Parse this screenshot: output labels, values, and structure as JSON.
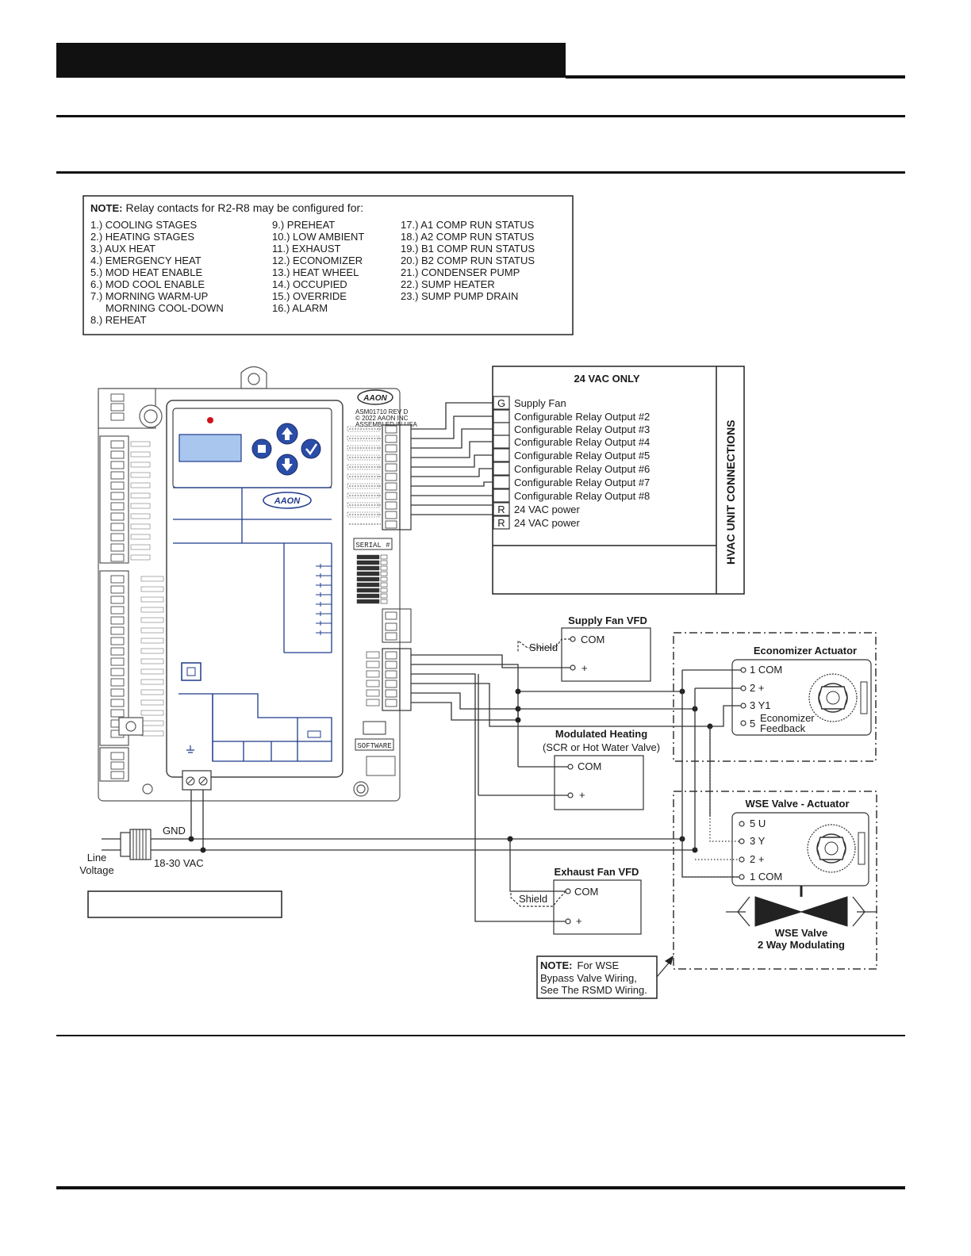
{
  "relay_note": {
    "heading": "NOTE:",
    "intro": "Relay contacts for R2-R8 may be configured for:",
    "col1": [
      "1.) COOLING STAGES",
      "2.) HEATING STAGES",
      "3.) AUX HEAT",
      "4.) EMERGENCY HEAT",
      "5.) MOD HEAT ENABLE",
      "6.) MOD COOL ENABLE",
      "7.) MORNING WARM-UP",
      "MORNING COOL-DOWN",
      "8.) REHEAT"
    ],
    "col2": [
      "9.) PREHEAT",
      "10.) LOW AMBIENT",
      "11.) EXHAUST",
      "12.) ECONOMIZER",
      "13.) HEAT WHEEL",
      "14.) OCCUPIED",
      "15.) OVERRIDE",
      "16.) ALARM"
    ],
    "col3": [
      "17.) A1 COMP RUN STATUS",
      "18.) A2 COMP RUN STATUS",
      "19.) B1 COMP RUN STATUS",
      "20.) B2 COMP RUN STATUS",
      "21.) CONDENSER PUMP",
      "22.) SUMP HEATER",
      "23.) SUMP PUMP DRAIN"
    ]
  },
  "hvac_box": {
    "title": "24 VAC ONLY",
    "side_label": "HVAC UNIT CONNECTIONS",
    "rows": [
      {
        "tag": "G",
        "label": "Supply Fan"
      },
      {
        "tag": "",
        "label": "Configurable Relay Output #2"
      },
      {
        "tag": "",
        "label": "Configurable Relay Output #3"
      },
      {
        "tag": "",
        "label": "Configurable Relay Output #4"
      },
      {
        "tag": "",
        "label": "Configurable Relay Output #5"
      },
      {
        "tag": "",
        "label": "Configurable Relay Output #6"
      },
      {
        "tag": "",
        "label": "Configurable Relay Output #7"
      },
      {
        "tag": "",
        "label": "Configurable Relay Output #8"
      },
      {
        "tag": "R",
        "label": "24 VAC power"
      },
      {
        "tag": "R",
        "label": "24 VAC power"
      }
    ]
  },
  "controller": {
    "brand": "AAON",
    "small_text": [
      "ASM01710 REV D",
      "© 2022 AAON INC",
      "ASSEMBLED IN USA"
    ],
    "serial_label": "SERIAL #",
    "software_label": "SOFTWARE"
  },
  "supply_fan_vfd": {
    "title": "Supply Fan VFD",
    "com": "COM",
    "plus": "+",
    "shield": "Shield"
  },
  "economizer": {
    "title": "Economizer Actuator",
    "t1": "1  COM",
    "t2": "2  +",
    "t3": "3  Y1",
    "t5_num": "5",
    "t5_line1": "Economizer",
    "t5_line2": "Feedback"
  },
  "mod_heating": {
    "title": "Modulated Heating",
    "subtitle": "(SCR or Hot Water Valve)",
    "com": "COM",
    "plus": "+"
  },
  "wse_actuator": {
    "title": "WSE Valve - Actuator",
    "t5": "5  U",
    "t3": "3  Y",
    "t2": "2  +",
    "t1": "1  COM",
    "valve_line1": "WSE Valve",
    "valve_line2": "2 Way Modulating"
  },
  "exhaust_fan_vfd": {
    "title": "Exhaust Fan VFD",
    "com": "COM",
    "plus": "+",
    "shield": "Shield"
  },
  "power": {
    "gnd": "GND",
    "line1": "Line",
    "line2": "Voltage",
    "vac": "18-30 VAC"
  },
  "wse_note": {
    "heading": "NOTE:",
    "line1": "For WSE",
    "line2": "Bypass Valve Wiring,",
    "line3": "See The RSMD Wiring."
  }
}
